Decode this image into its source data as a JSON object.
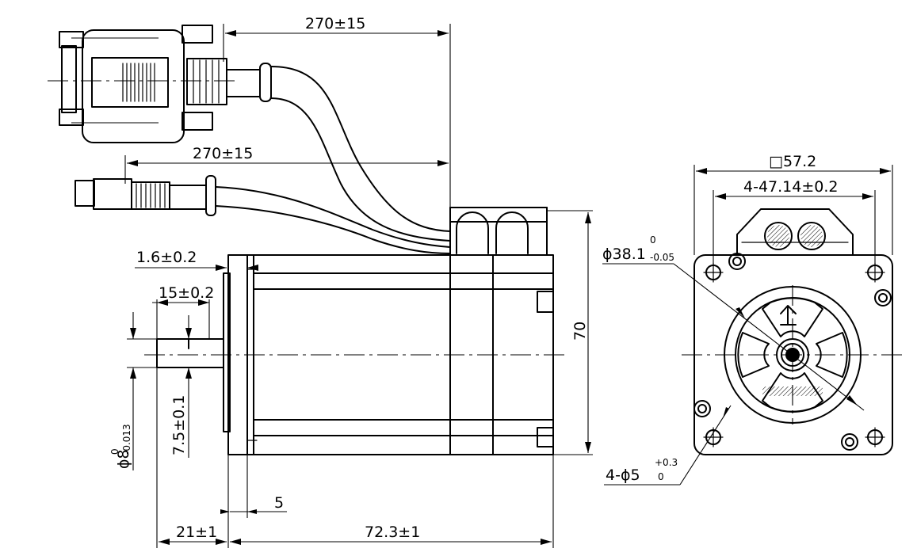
{
  "dimensions": {
    "cable_length_encoder": "270±15",
    "cable_length_power": "270±15",
    "flange_thickness": "1.6±0.2",
    "shaft_length_key": "15±0.2",
    "shaft_flat": "7.5±0.1",
    "shaft_diameter_base": "ϕ8",
    "shaft_diameter_tol_upper": "0",
    "shaft_diameter_tol_lower": "-0.013",
    "height": "70",
    "rear_step": "5",
    "shaft_extension": "21±1",
    "body_length": "72.3±1",
    "flange_square": "□57.2",
    "hole_spacing": "4-47.14±0.2",
    "pilot_diameter_base": "ϕ38.1",
    "pilot_tol_upper": "0",
    "pilot_tol_lower": "-0.05",
    "mount_holes_base": "4-ϕ5",
    "mount_holes_tol_upper": "+0.3",
    "mount_holes_tol_lower": "0"
  }
}
